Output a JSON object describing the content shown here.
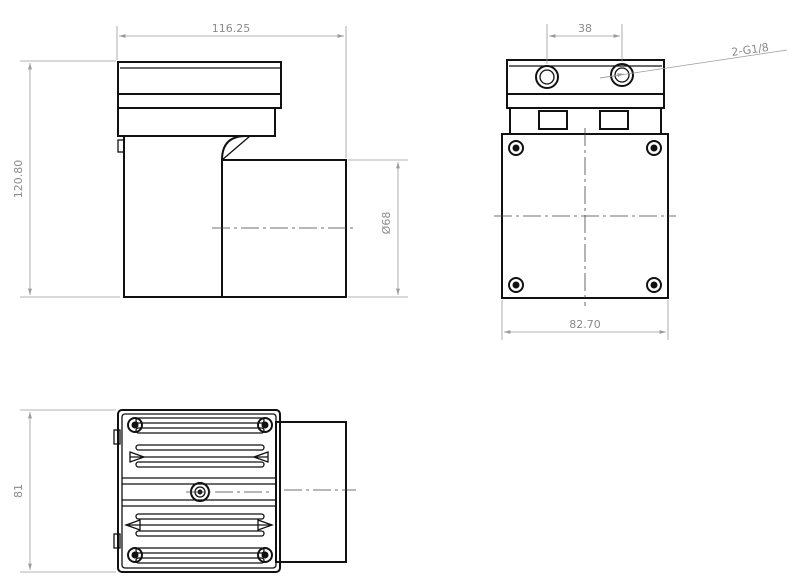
{
  "drawing": {
    "dimensions": {
      "width_side": "116.25",
      "height_side": "120.80",
      "diameter": "Ø68",
      "port_spacing": "38",
      "port_callout": "2-G1/8",
      "width_front": "82.70",
      "depth_bottom": "81"
    }
  }
}
